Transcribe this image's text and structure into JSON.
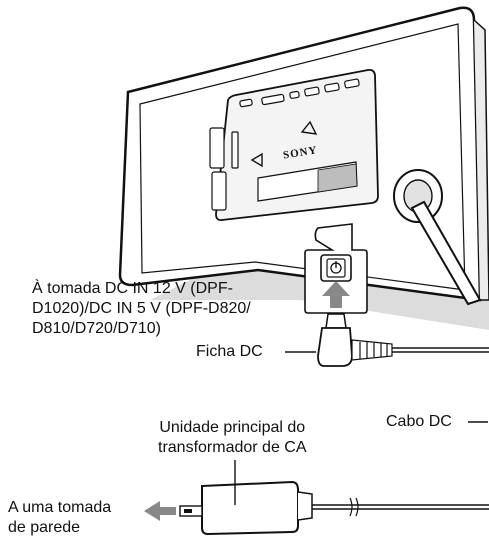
{
  "device": {
    "brand_logo": "SONY"
  },
  "labels": {
    "dc_in_socket": [
      "À tomada DC IN 12 V (DPF-",
      "D1020)/DC IN 5 V (DPF-D820/",
      "D810/D720/D710)"
    ],
    "dc_plug": "Ficha DC",
    "dc_cable": "Cabo DC",
    "adapter_unit": [
      "Unidade principal do",
      "transformador de CA"
    ],
    "wall_outlet": [
      "A uma tomada",
      "de parede"
    ]
  },
  "icons": [
    "power-socket-icon",
    "arrow-up-icon",
    "arrow-left-icon",
    "plug-icon"
  ],
  "colors": {
    "line": "#111111",
    "frame_fill": "#ffffff",
    "shadow": "#d6d6d6",
    "arrow": "#888888"
  }
}
